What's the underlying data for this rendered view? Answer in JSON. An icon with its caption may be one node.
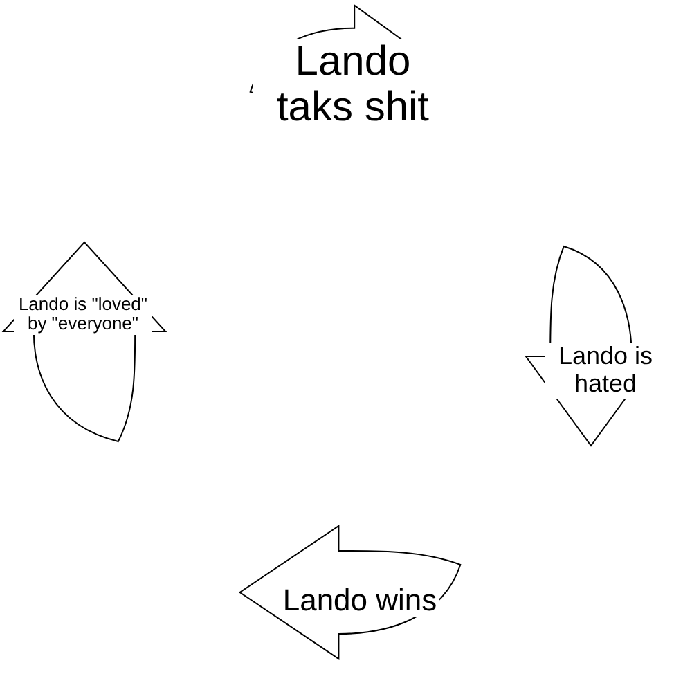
{
  "diagram": {
    "nodes": [
      {
        "text": [
          "Lando taks shit"
        ]
      },
      {
        "text": [
          "Lando is hated"
        ]
      },
      {
        "text": [
          "Lando wins"
        ]
      },
      {
        "text": [
          "Lando is \"loved\" by \"everyone\""
        ]
      }
    ]
  }
}
